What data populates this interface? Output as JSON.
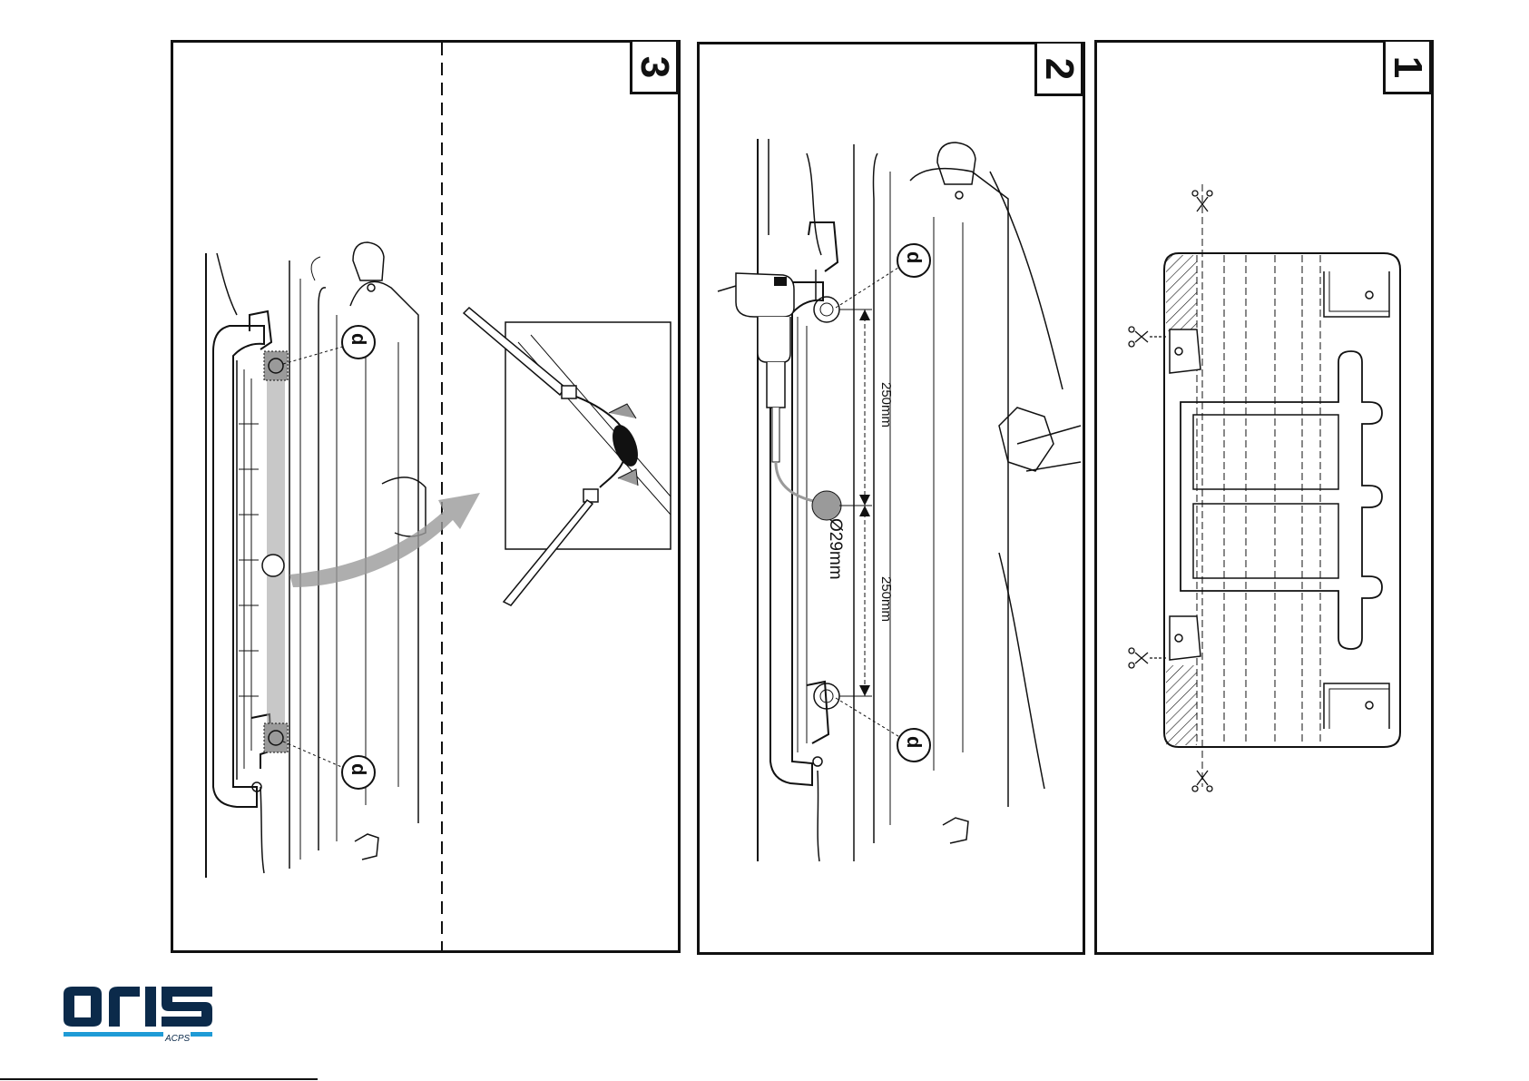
{
  "panels": [
    {
      "id": "panel-3",
      "number": "3"
    },
    {
      "id": "panel-2",
      "number": "2"
    },
    {
      "id": "panel-1",
      "number": "1"
    }
  ],
  "callouts": {
    "part_letter": "d"
  },
  "dimensions": {
    "spacing_upper": "250mm",
    "spacing_lower": "250mm",
    "hole_diameter": "Ø29mm"
  },
  "logo": {
    "brand": "oris",
    "sub": "ACPS",
    "accent_color": "#1f9bd6",
    "brand_color": "#0b2a4a"
  },
  "colors": {
    "line": "#111111",
    "highlight": "#9a9a9a"
  }
}
